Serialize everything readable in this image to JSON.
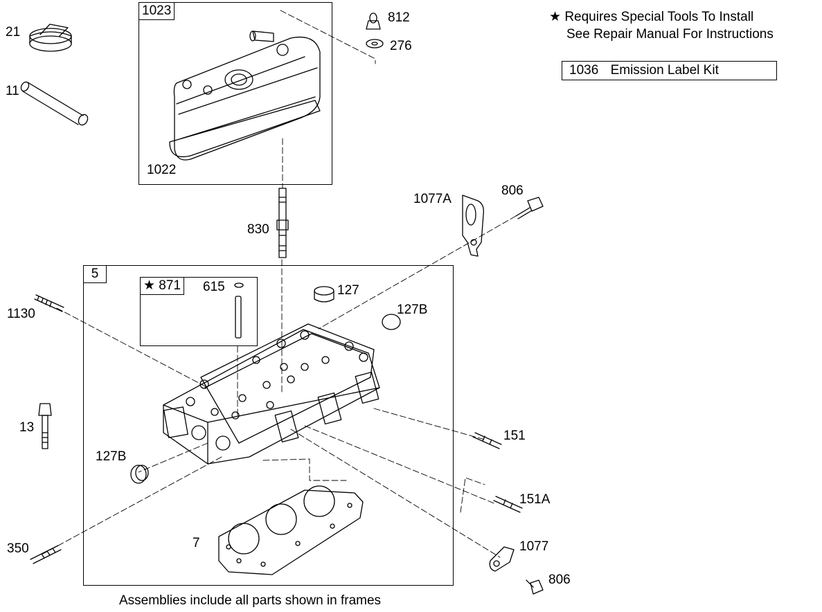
{
  "notes": {
    "star": "★",
    "special_tools_line1": "Requires Special Tools To Install",
    "special_tools_line2": "See Repair Manual For Instructions",
    "kit_number": "1036",
    "kit_name": "Emission Label Kit",
    "footer": "Assemblies include all parts shown in frames"
  },
  "frames": {
    "valve_cover": "1023",
    "cylinder_head": "5",
    "valve_guide": "★ 871"
  },
  "parts": {
    "p21": "21",
    "p11": "11",
    "p1022": "1022",
    "p812": "812",
    "p276": "276",
    "p830": "830",
    "p1077a": "1077A",
    "p806_top": "806",
    "p615": "615",
    "p127": "127",
    "p127b_top": "127B",
    "p1130": "1130",
    "p13": "13",
    "p151": "151",
    "p127b_left": "127B",
    "p151a": "151A",
    "p350": "350",
    "p7": "7",
    "p1077": "1077",
    "p806_bottom": "806"
  }
}
